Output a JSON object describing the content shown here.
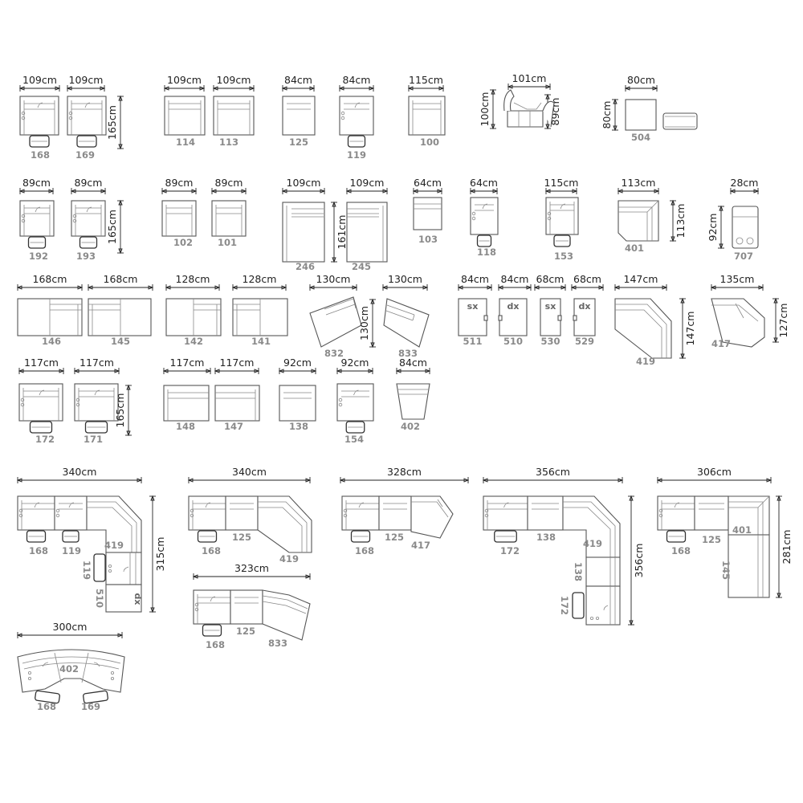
{
  "modules": [
    {
      "id": "m168",
      "code": "168",
      "width_label": "109cm",
      "depth_label": "165cm",
      "kind": "recliner"
    },
    {
      "id": "m169",
      "code": "169",
      "width_label": "109cm",
      "kind": "recliner"
    },
    {
      "id": "m114",
      "code": "114",
      "width_label": "109cm",
      "kind": "armchair"
    },
    {
      "id": "m113",
      "code": "113",
      "width_label": "109cm",
      "kind": "armchair"
    },
    {
      "id": "m125",
      "code": "125",
      "width_label": "84cm",
      "kind": "seat"
    },
    {
      "id": "m119",
      "code": "119",
      "width_label": "84cm",
      "kind": "recliner"
    },
    {
      "id": "m100",
      "code": "100",
      "width_label": "115cm",
      "kind": "armchair"
    },
    {
      "id": "side",
      "width_label": "101cm",
      "height_label": "100cm",
      "seat_label": "89cm",
      "kind": "side-view"
    },
    {
      "id": "m504",
      "code": "504",
      "width_label": "80cm",
      "depth_label": "80cm",
      "kind": "pouf"
    },
    {
      "id": "m192",
      "code": "192",
      "width_label": "89cm",
      "depth_label": "165cm",
      "kind": "recliner"
    },
    {
      "id": "m193",
      "code": "193",
      "width_label": "89cm",
      "kind": "recliner"
    },
    {
      "id": "m102",
      "code": "102",
      "width_label": "89cm",
      "kind": "armchair"
    },
    {
      "id": "m101",
      "code": "101",
      "width_label": "89cm",
      "kind": "armchair"
    },
    {
      "id": "m246",
      "code": "246",
      "width_label": "109cm",
      "depth_label": "161cm",
      "kind": "chaise"
    },
    {
      "id": "m245",
      "code": "245",
      "width_label": "109cm",
      "kind": "chaise"
    },
    {
      "id": "m103",
      "code": "103",
      "width_label": "64cm",
      "kind": "seat"
    },
    {
      "id": "m118",
      "code": "118",
      "width_label": "64cm",
      "kind": "recliner"
    },
    {
      "id": "m153",
      "code": "153",
      "width_label": "115cm",
      "kind": "recliner"
    },
    {
      "id": "m401",
      "code": "401",
      "width_label": "113cm",
      "depth_label": "113cm",
      "kind": "corner"
    },
    {
      "id": "m707",
      "code": "707",
      "width_label": "28cm",
      "depth_label": "92cm",
      "kind": "console"
    },
    {
      "id": "m146",
      "code": "146",
      "width_label": "168cm",
      "kind": "sofa"
    },
    {
      "id": "m145",
      "code": "145",
      "width_label": "168cm",
      "kind": "sofa"
    },
    {
      "id": "m142",
      "code": "142",
      "width_label": "128cm",
      "kind": "sofa"
    },
    {
      "id": "m141",
      "code": "141",
      "width_label": "128cm",
      "kind": "sofa"
    },
    {
      "id": "m832",
      "code": "832",
      "width_label": "130cm",
      "depth_label": "130cm",
      "kind": "angled"
    },
    {
      "id": "m833",
      "code": "833",
      "width_label": "130cm",
      "kind": "angled"
    },
    {
      "id": "m511",
      "code": "511",
      "width_label": "84cm",
      "tag": "sx",
      "kind": "end"
    },
    {
      "id": "m510",
      "code": "510",
      "width_label": "84cm",
      "tag": "dx",
      "kind": "end"
    },
    {
      "id": "m530",
      "code": "530",
      "width_label": "68cm",
      "tag": "sx",
      "kind": "end"
    },
    {
      "id": "m529",
      "code": "529",
      "width_label": "68cm",
      "tag": "dx",
      "kind": "end"
    },
    {
      "id": "m419",
      "code": "419",
      "width_label": "147cm",
      "depth_label": "147cm",
      "kind": "corner"
    },
    {
      "id": "m417",
      "code": "417",
      "width_label": "135cm",
      "depth_label": "127cm",
      "kind": "corner"
    },
    {
      "id": "m172",
      "code": "172",
      "width_label": "117cm",
      "depth_label": "165cm",
      "kind": "recliner"
    },
    {
      "id": "m171",
      "code": "171",
      "width_label": "117cm",
      "kind": "recliner"
    },
    {
      "id": "m148",
      "code": "148",
      "width_label": "117cm",
      "kind": "armchair"
    },
    {
      "id": "m147",
      "code": "147",
      "width_label": "117cm",
      "kind": "armchair"
    },
    {
      "id": "m138",
      "code": "138",
      "width_label": "92cm",
      "kind": "seat"
    },
    {
      "id": "m154",
      "code": "154",
      "width_label": "92cm",
      "kind": "recliner"
    },
    {
      "id": "m402",
      "code": "402",
      "width_label": "84cm",
      "kind": "wedge"
    }
  ],
  "compositions": [
    {
      "id": "c1",
      "width_label": "340cm",
      "depth_label": "315cm",
      "codes": [
        "168",
        "119",
        "419",
        "119",
        "510"
      ],
      "tag": "dx"
    },
    {
      "id": "c2",
      "width_label": "340cm",
      "codes": [
        "168",
        "125",
        "419"
      ]
    },
    {
      "id": "c3",
      "width_label": "328cm",
      "codes": [
        "168",
        "125",
        "417"
      ]
    },
    {
      "id": "c4",
      "width_label": "356cm",
      "depth_label": "356cm",
      "codes": [
        "172",
        "138",
        "419",
        "138",
        "172"
      ]
    },
    {
      "id": "c5",
      "width_label": "306cm",
      "depth_label": "281cm",
      "codes": [
        "168",
        "125",
        "401",
        "145"
      ]
    },
    {
      "id": "c6",
      "width_label": "323cm",
      "codes": [
        "168",
        "125",
        "833"
      ]
    },
    {
      "id": "c7",
      "width_label": "300cm",
      "codes": [
        "402",
        "168",
        "169"
      ]
    }
  ]
}
